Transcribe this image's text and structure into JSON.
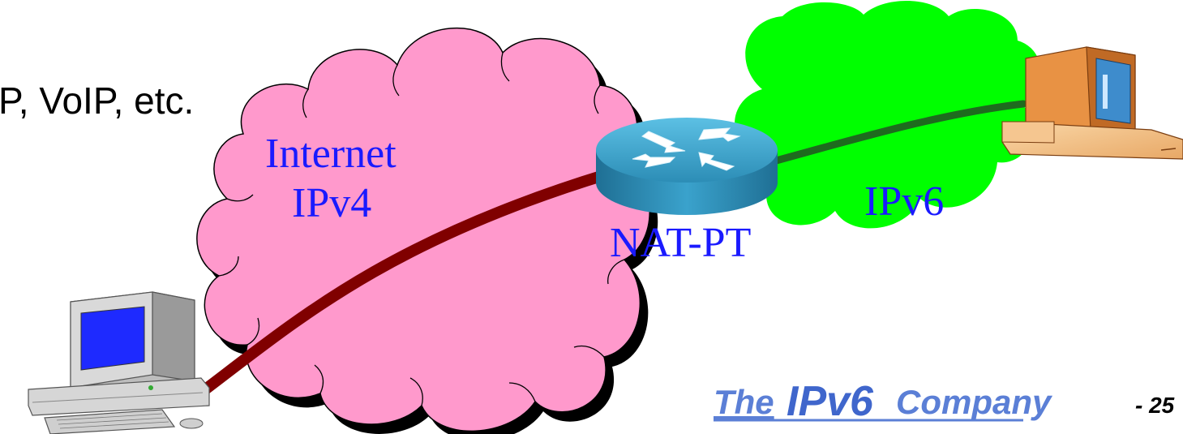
{
  "slide": {
    "bullet_text": "P, VoIP, etc.",
    "page_number": "- 25",
    "footer_logo": {
      "prefix": "The",
      "brand": "IPv6",
      "suffix": "Company"
    }
  },
  "networks": {
    "ipv4": {
      "line1": "Internet",
      "line2": "IPv4",
      "color": "#ff99cc"
    },
    "ipv6": {
      "label": "IPv6",
      "color": "#00ff00"
    }
  },
  "router": {
    "label": "NAT-PT",
    "color": "#2e8fb5"
  },
  "links": {
    "ipv4_link_color": "#800000",
    "ipv6_link_color": "#1e6b1e"
  },
  "colors": {
    "label_blue": "#1a1aff",
    "logo_blue": "#5b7fd6",
    "text_black": "#000000"
  }
}
